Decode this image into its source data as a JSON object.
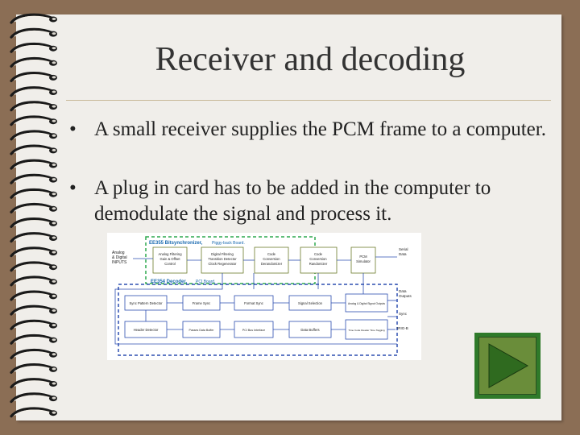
{
  "title": "Receiver and decoding",
  "bullets": [
    {
      "marker": "•",
      "text": "A small receiver supplies the PCM frame to a computer."
    },
    {
      "marker": "•",
      "text": "A plug in card has to be added in the computer to demodulate the signal and process it."
    }
  ],
  "diagram": {
    "analog_inputs": [
      "Analog",
      "& Digital",
      "INPUTS"
    ],
    "board1_label": "EE355 Bitsynchronizer,",
    "board1_sub": "Piggy-back Board.",
    "board2_label": "EE354 Decoder,",
    "board2_sub": "PCI Board.",
    "top_blocks": [
      [
        "Analog Filtering",
        "Gain & Offset",
        "Control"
      ],
      [
        "Digital Filtering",
        "Transition Detector",
        "Clock Regenerator"
      ],
      [
        "Code",
        "Conversion",
        "Derandomizer"
      ],
      [
        "Code",
        "Conversion",
        "Randomizer"
      ],
      [
        "PCM",
        "Simulator"
      ]
    ],
    "serial_data": [
      "Serial",
      "Data"
    ],
    "row2_blocks": [
      "Sync Pattern Detector",
      "Frame Sync",
      "Format Sync",
      "Signal Selection",
      "Analog & Digital Signal Outputs"
    ],
    "row3_blocks": [
      "Header Detector",
      "Passes Data Buffer",
      "PCI Bus Interface",
      "Data Buffers",
      "Time Code Reader Time Tagging"
    ],
    "data_outputs": [
      "Data",
      "Outputs"
    ],
    "sync_label": "Sync",
    "irig_label": "IRIG-B"
  },
  "colors": {
    "background": "#8b6e55",
    "page": "#f0eeea",
    "dashed_green": "#2fa84f",
    "dashed_blue": "#2d4fb0",
    "play_button": "#2f7a2a"
  },
  "icons": {
    "play": "play-triangle-icon",
    "binding": "spiral-binding-icon"
  }
}
